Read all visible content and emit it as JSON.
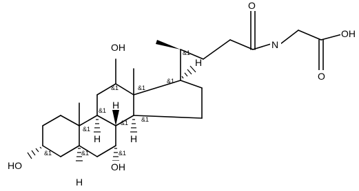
{
  "molecule": {
    "atom_labels": {
      "oh_c12": "OH",
      "oh_acid": "OH",
      "o_amide": "O",
      "n_amide": "N",
      "o_acid": "O",
      "ho_c3": "HO",
      "oh_c7": "OH",
      "h_c17": "H",
      "h_c9": "H",
      "h_c8": "H",
      "h_c14": "H",
      "h_c5": "H"
    },
    "stereo_marks": {
      "c20": "&1",
      "c12": "&1",
      "c13": "&1",
      "c17": "&1",
      "c9": "&1",
      "c8": "&1",
      "c14": "&1",
      "c10": "&1",
      "c3": "&1",
      "c5": "&1",
      "c7": "&1"
    }
  }
}
